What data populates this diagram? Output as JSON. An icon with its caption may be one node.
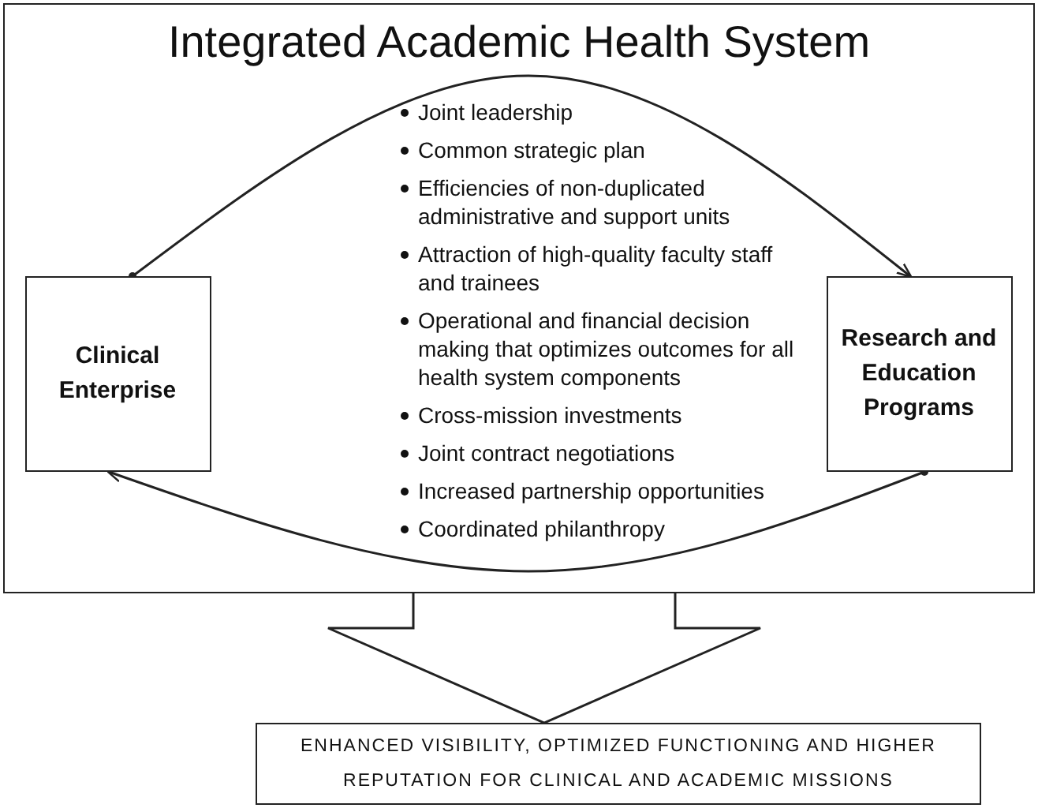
{
  "diagram": {
    "nodes": [
      {
        "text": [
          "Integrated Academic Health System"
        ]
      },
      {
        "text": [
          "Clinical Enterprise"
        ],
        "in": 0
      },
      {
        "text": [
          "Research and Education Programs"
        ],
        "in": 0
      },
      {
        "text": [
          "ENHANCED VISIBILITY, OPTIMIZED FUNCTIONING AND HIGHER REPUTATION FOR CLINICAL AND ACADEMIC MISSIONS"
        ]
      }
    ],
    "edges": [
      {
        "from": 1,
        "to": 2,
        "arrow": "to"
      },
      {
        "from": 2,
        "to": 1,
        "arrow": "to"
      },
      {
        "from": 0,
        "to": 3,
        "arrow": "to"
      }
    ],
    "labels": [
      "Joint leadership",
      "Common strategic plan",
      "Efficiencies of non-duplicated administrative and support units",
      "Attraction of high-quality faculty staff and trainees",
      "Operational and financial decision making that optimizes outcomes for all health system components",
      "Cross-mission investments",
      "Joint contract negotiations",
      "Increased partnership opportunities",
      "Coordinated philanthropy"
    ]
  }
}
